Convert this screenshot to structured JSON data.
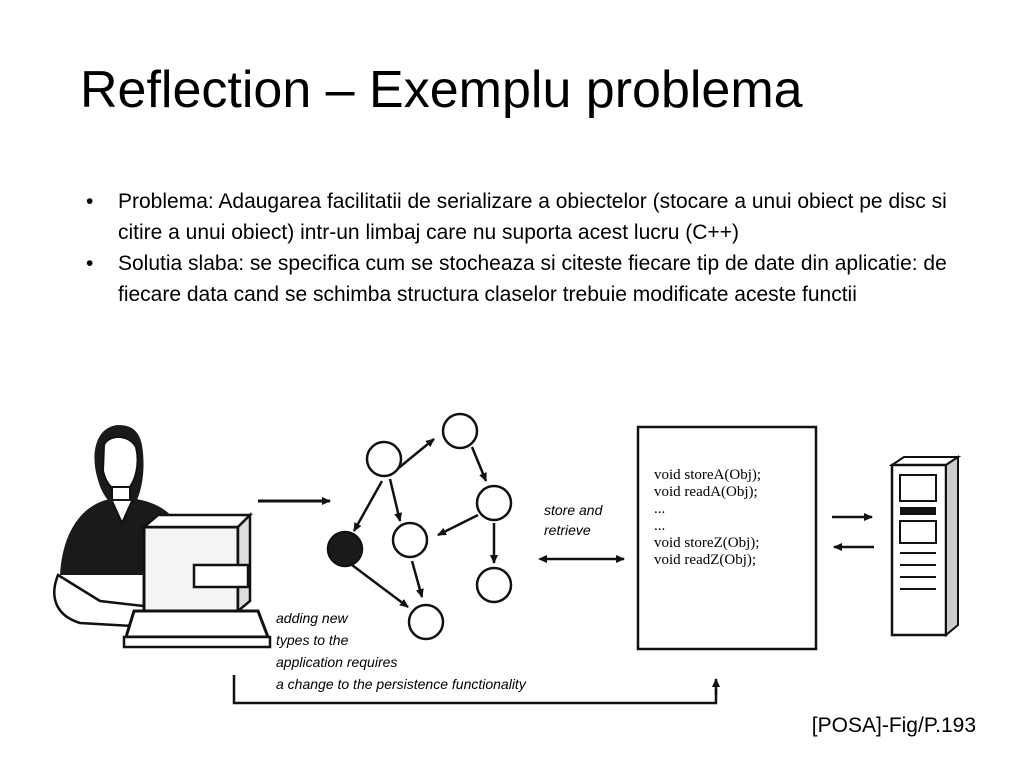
{
  "slide": {
    "title": "Reflection – Exemplu problema",
    "bullets": [
      "Problema: Adaugarea facilitatii de serializare a obiectelor (stocare a unui obiect pe disc si citire a unui obiect) intr-un limbaj care nu suporta acest lucru (C++)",
      "Solutia slaba: se specifica cum se stocheaza si citeste fiecare tip de date din aplicatie: de fiecare data  cand se schimba structura claselor trebuie modificate aceste functii"
    ],
    "bullet_glyph": "•",
    "caption": "[POSA]-Fig/P.193"
  },
  "figure": {
    "store_label_1": "store and",
    "store_label_2": "retrieve",
    "code_lines": [
      "void storeA(Obj);",
      "void readA(Obj);",
      "...",
      "...",
      "void storeZ(Obj);",
      "void readZ(Obj);"
    ],
    "note_lines": [
      "adding new",
      "types to the",
      "application requires",
      "a change to the persistence functionality"
    ]
  }
}
